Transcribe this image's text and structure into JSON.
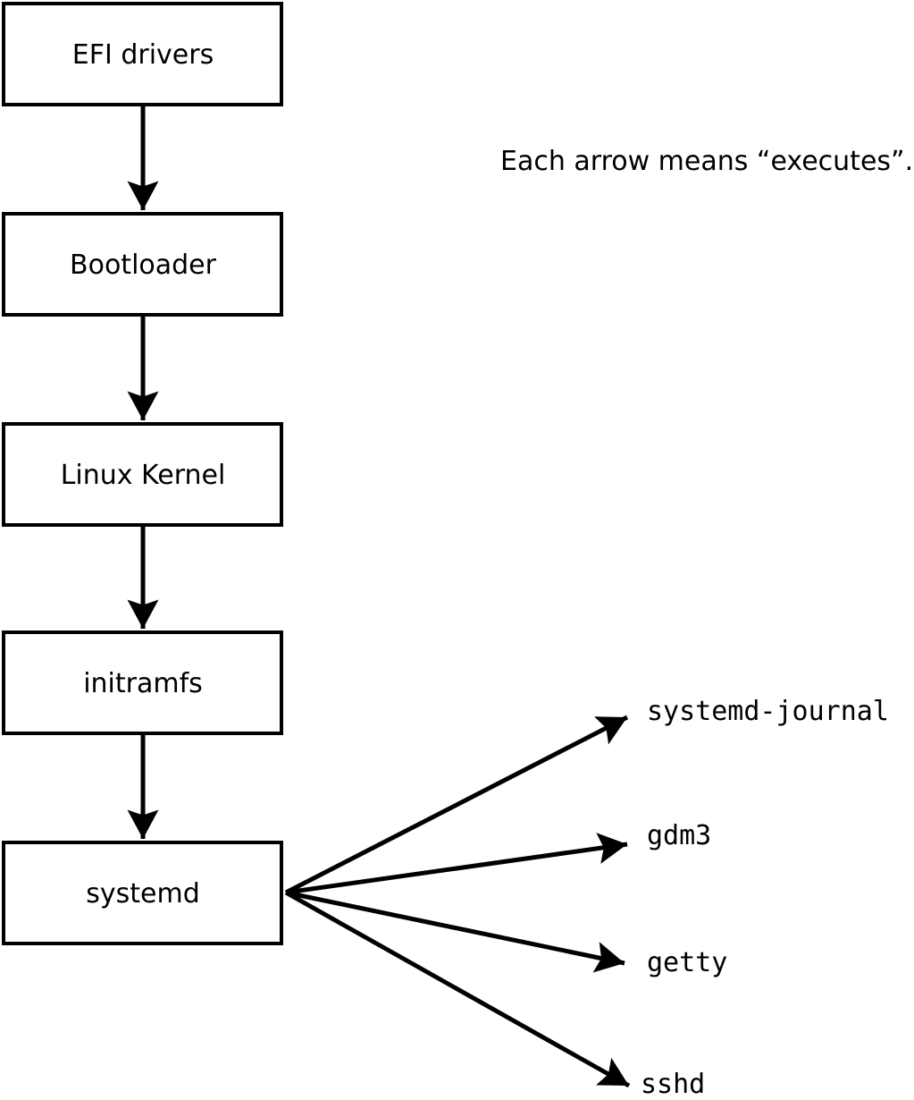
{
  "diagram": {
    "caption": "Each arrow means “executes”.",
    "nodes": [
      {
        "label": "EFI drivers"
      },
      {
        "label": "Bootloader"
      },
      {
        "label": "Linux Kernel"
      },
      {
        "label": "initramfs"
      },
      {
        "label": "systemd"
      }
    ],
    "processes": [
      {
        "label": "systemd-journal"
      },
      {
        "label": "gdm3"
      },
      {
        "label": "getty"
      },
      {
        "label": "sshd"
      }
    ],
    "colors": {
      "ink": "#000000",
      "background": "#ffffff",
      "box_fill": "#ffffff"
    }
  }
}
